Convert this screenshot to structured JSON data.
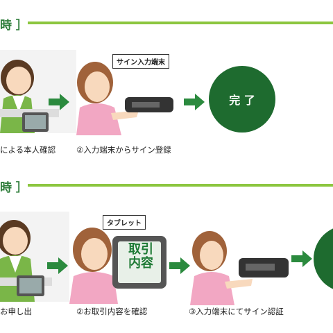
{
  "section1": {
    "label": "時 ］",
    "captions": [
      "による本人確認",
      "②入力端末からサイン登録"
    ],
    "tag": "サイン入力端末",
    "done": "完 了"
  },
  "section2": {
    "label": "時 ］",
    "captions": [
      "お申し出",
      "②お取引内容を確認",
      "③入力端末にてサイン認証"
    ],
    "tag": "タブレット",
    "tablet_line1": "取引",
    "tablet_line2": "内容"
  },
  "colors": {
    "accent_green": "#8cc63f",
    "dark_green": "#1e6b2f",
    "arrow_green": "#2b8a3e"
  }
}
